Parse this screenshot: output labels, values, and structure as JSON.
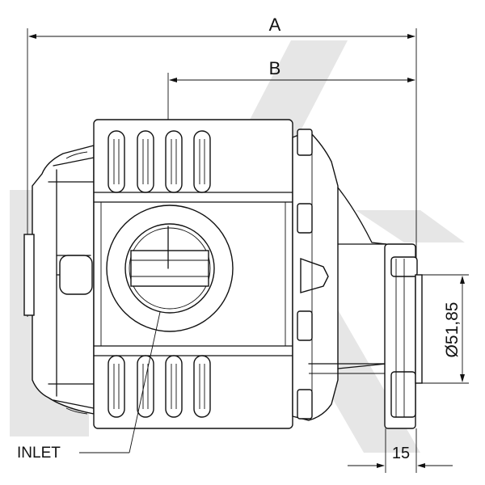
{
  "dimensions": {
    "overall_length": "A",
    "port_offset": "B",
    "flange_diameter": "Ø51,85",
    "flange_thickness": "15"
  },
  "callouts": {
    "inlet": "INLET"
  },
  "watermark": {
    "text": "EK",
    "color": "#e6e6e6"
  },
  "colors": {
    "line": "#111111",
    "background": "#ffffff"
  }
}
